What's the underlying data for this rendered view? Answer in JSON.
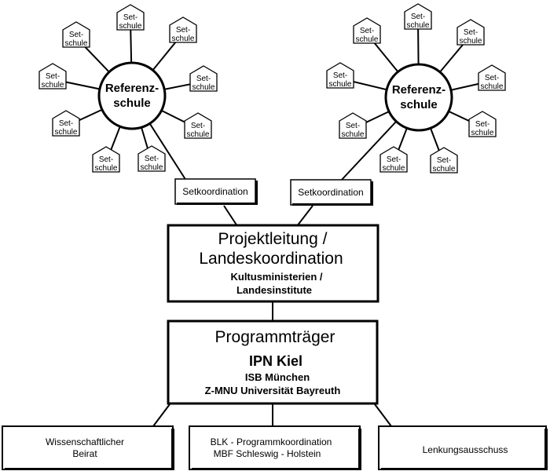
{
  "left_cluster": {
    "hub_line1": "Referenz-",
    "hub_line2": "schule",
    "satellites": [
      {
        "line1": "Set-",
        "line2": "schule"
      },
      {
        "line1": "Set-",
        "line2": "schule"
      },
      {
        "line1": "Set-",
        "line2": "schule"
      },
      {
        "line1": "Set-",
        "line2": "schule"
      },
      {
        "line1": "Set-",
        "line2": "schule"
      },
      {
        "line1": "Set-",
        "line2": "schule"
      },
      {
        "line1": "Set-",
        "line2": "schule"
      },
      {
        "line1": "Set-",
        "line2": "schule"
      },
      {
        "line1": "Set-",
        "line2": "schule"
      }
    ],
    "coordination_label": "Setkoordination"
  },
  "right_cluster": {
    "hub_line1": "Referenz-",
    "hub_line2": "schule",
    "satellites": [
      {
        "line1": "Set-",
        "line2": "schule"
      },
      {
        "line1": "Set-",
        "line2": "schule"
      },
      {
        "line1": "Set-",
        "line2": "schule"
      },
      {
        "line1": "Set-",
        "line2": "schule"
      },
      {
        "line1": "Set-",
        "line2": "schule"
      },
      {
        "line1": "Set-",
        "line2": "schule"
      },
      {
        "line1": "Set-",
        "line2": "schule"
      },
      {
        "line1": "Set-",
        "line2": "schule"
      },
      {
        "line1": "Set-",
        "line2": "schule"
      }
    ],
    "coordination_label": "Setkoordination"
  },
  "projektleitung": {
    "title_line1": "Projektleitung /",
    "title_line2": "Landeskoordination",
    "sub_line1": "Kultusministerien /",
    "sub_line2": "Landesinstitute"
  },
  "programmtraeger": {
    "title": "Programmträger",
    "main": "IPN Kiel",
    "line2": "ISB München",
    "line3": "Z-MNU  Universität Bayreuth"
  },
  "bottom_boxes": {
    "beirat_line1": "Wissenschaftlicher",
    "beirat_line2": "Beirat",
    "blk_line1": "BLK - Programmkoordination",
    "blk_line2": "MBF Schleswig - Holstein",
    "lenkung": "Lenkungsausschuss"
  }
}
